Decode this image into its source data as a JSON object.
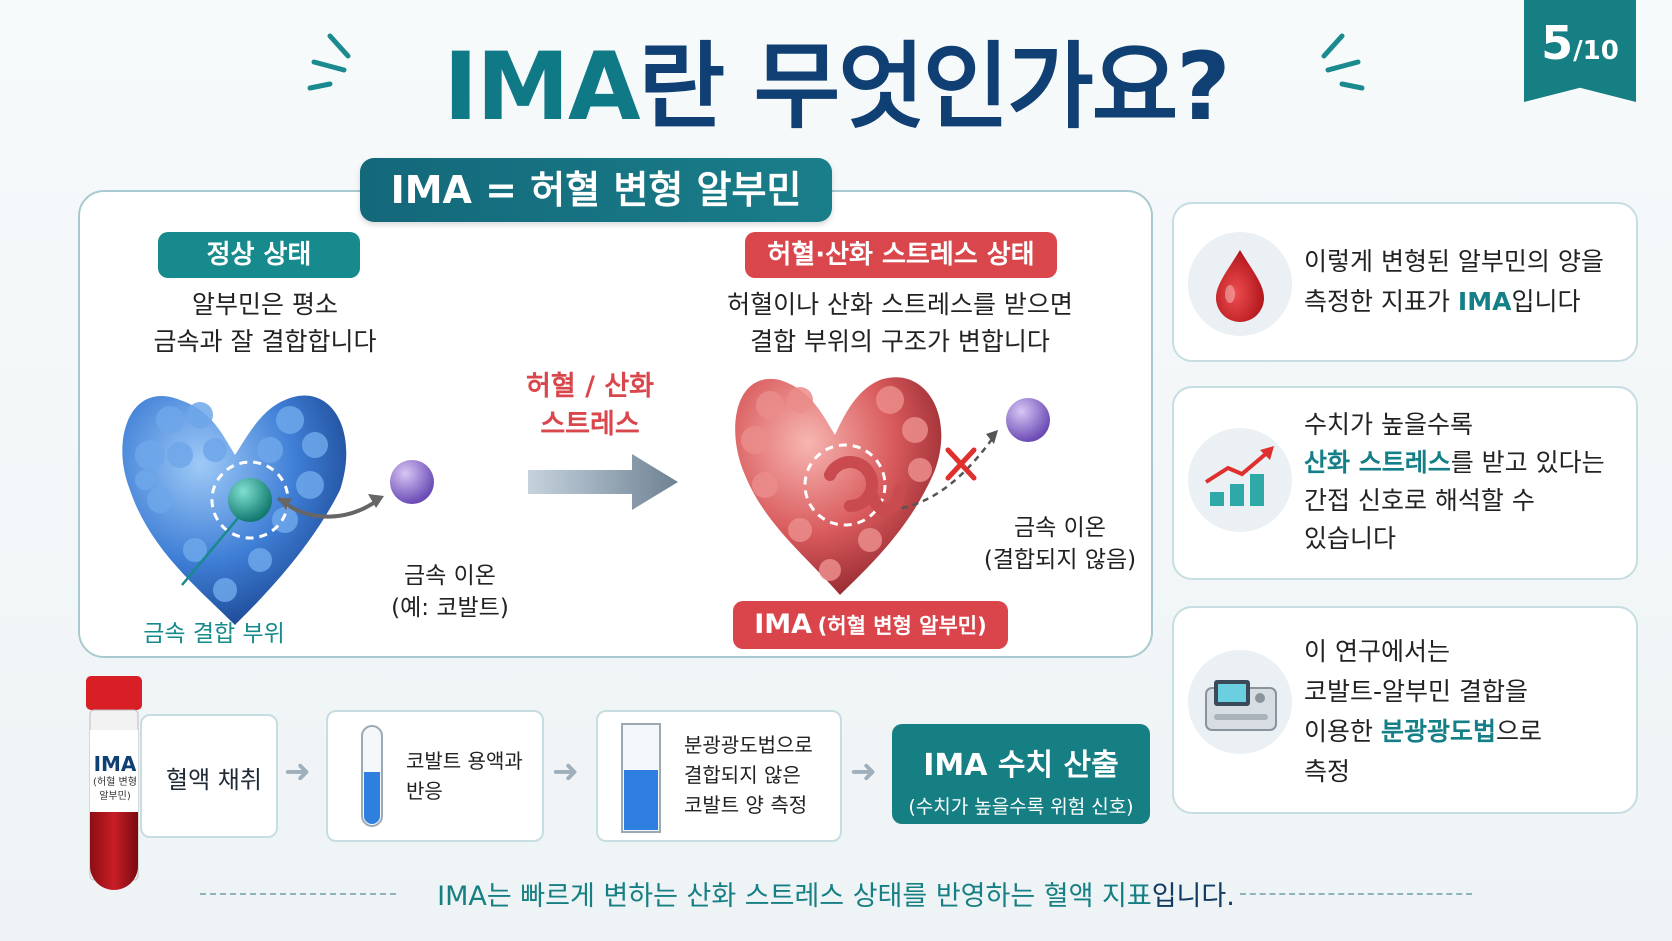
{
  "title": {
    "prefix": "IMA",
    "rest": "란 무엇인가요?"
  },
  "page": {
    "current": "5",
    "total": "/10"
  },
  "main_banner": "IMA = 허혈 변형 알부민",
  "normal": {
    "pill": "정상 상태",
    "desc_line1": "알부민은 평소",
    "desc_line2": "금속과 잘 결합합니다",
    "binding_site": "금속 결합 부위",
    "ion_line1": "금속 이온",
    "ion_line2": "(예: 코발트)"
  },
  "transition": {
    "line1": "허혈 / 산화",
    "line2": "스트레스"
  },
  "stressed": {
    "pill": "허혈·산화 스트레스 상태",
    "desc_line1": "허혈이나 산화 스트레스를 받으면",
    "desc_line2": "결합 부위의 구조가 변합니다",
    "ion_line1": "금속 이온",
    "ion_line2": "(결합되지 않음)",
    "ima_label": "IMA",
    "ima_sub": "(허혈 변형 알부민)"
  },
  "cards": [
    {
      "icon": "blood-drop-icon",
      "lines": [
        "이렇게 변형된 알부민의 양을",
        "측정한 지표가 ",
        "IMA",
        "입니다"
      ]
    },
    {
      "icon": "growth-chart-icon",
      "lines": [
        "수치가 높을수록",
        "산화 스트레스",
        "를 받고 있다는",
        "간접 신호로 해석할 수",
        "있습니다"
      ]
    },
    {
      "icon": "analyzer-device-icon",
      "lines": [
        "이 연구에서는",
        "코발트-알부민 결합을",
        "이용한 ",
        "분광광도법",
        "으로",
        "측정"
      ]
    }
  ],
  "process": {
    "tube_label": "IMA",
    "tube_sub1": "(허혈 변형",
    "tube_sub2": "알부민)",
    "step1": "혈액 채취",
    "step2_line1": "코발트 용액과",
    "step2_line2": "반응",
    "step3_line1": "분광광도법으로",
    "step3_line2": "결합되지 않은",
    "step3_line3": "코발트 양 측정",
    "result_title": "IMA 수치 산출",
    "result_sub": "(수치가 높을수록 위험 신호)"
  },
  "footer": {
    "hl": "IMA는 빠르게 변하는 산화 스트레스 상태를 반영하는 혈액 지표",
    "rest": "입니다."
  },
  "colors": {
    "teal": "#167f83",
    "navy": "#0f3f73",
    "red": "#d9474c",
    "protein_blue": "#3f7fd6",
    "protein_red": "#d95a5c"
  }
}
